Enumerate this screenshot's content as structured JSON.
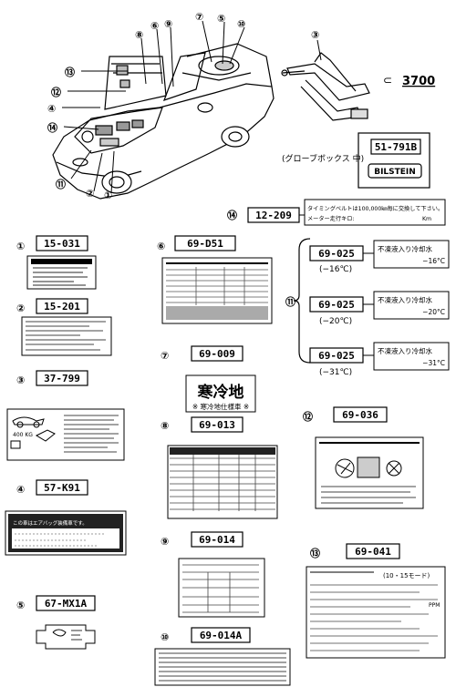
{
  "car_callouts": {
    "c1": "①",
    "c2": "②",
    "c3": "③",
    "c4": "④",
    "c5": "⑤",
    "c6": "⑥",
    "c7": "⑦",
    "c8": "⑧",
    "c9": "⑨",
    "c10": "⑩",
    "c11": "⑪",
    "c12": "⑫",
    "c13": "⑬",
    "c14": "⑭"
  },
  "jack": {
    "callout": "③",
    "ref_number": "3700"
  },
  "glovebox": {
    "part_number": "51-791B",
    "badge_text": "BILSTEIN",
    "caption": "(グローブボックス 中)"
  },
  "item14": {
    "callout": "⑭",
    "part_number": "12-209",
    "text_line1": "タイミングベルトは100,000㎞毎に交換して下さい。",
    "text_line2": "メーター走行キロ:",
    "unit": "Km"
  },
  "labels": {
    "l1": {
      "callout": "①",
      "part_number": "15-031"
    },
    "l2": {
      "callout": "②",
      "part_number": "15-201"
    },
    "l3": {
      "callout": "③",
      "part_number": "37-799",
      "note": "400 KG"
    },
    "l4": {
      "callout": "④",
      "part_number": "57-K91",
      "line1": "この車はエアバッグ装備車です。"
    },
    "l5": {
      "callout": "⑤",
      "part_number": "67-MX1A"
    },
    "l6": {
      "callout": "⑥",
      "part_number": "69-D51"
    },
    "l7": {
      "callout": "⑦",
      "part_number": "69-009",
      "main": "寒冷地",
      "sub": "※ 寒冷地仕様車 ※"
    },
    "l8": {
      "callout": "⑧",
      "part_number": "69-013"
    },
    "l9": {
      "callout": "⑨",
      "part_number": "69-014"
    },
    "l10": {
      "callout": "⑩",
      "part_number": "69-014A"
    },
    "l12": {
      "callout": "⑫",
      "part_number": "69-036"
    },
    "l13": {
      "callout": "⑬",
      "part_number": "69-041",
      "header": "(10・15モード)",
      "ppm": "PPM"
    }
  },
  "coolant": {
    "callout": "⑪",
    "items": [
      {
        "part_number": "69-025",
        "temp": "(−16℃)",
        "label_line1": "不凍液入り冷却水",
        "label_line2": "−16°C"
      },
      {
        "part_number": "69-025",
        "temp": "(−20℃)",
        "label_line1": "不凍液入り冷却水",
        "label_line2": "−20°C"
      },
      {
        "part_number": "69-025",
        "temp": "(−31℃)",
        "label_line1": "不凍液入り冷却水",
        "label_line2": "−31°C"
      }
    ]
  }
}
